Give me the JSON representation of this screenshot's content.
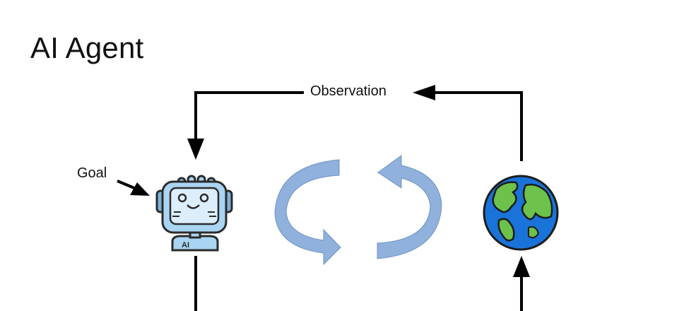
{
  "title": "AI Agent",
  "labels": {
    "observation": "Observation",
    "goal": "Goal",
    "robot_badge": "AI"
  },
  "icons": {
    "agent": "robot-icon",
    "environment": "earth-globe-icon",
    "cycle": "cycle-arrows-icon"
  },
  "colors": {
    "line": "#000000",
    "robot_body": "#a9d5f2",
    "robot_outline": "#2b2b2b",
    "cycle_arrow": "#8fb1dc",
    "ocean": "#1a73d9",
    "land": "#6cc24a"
  }
}
